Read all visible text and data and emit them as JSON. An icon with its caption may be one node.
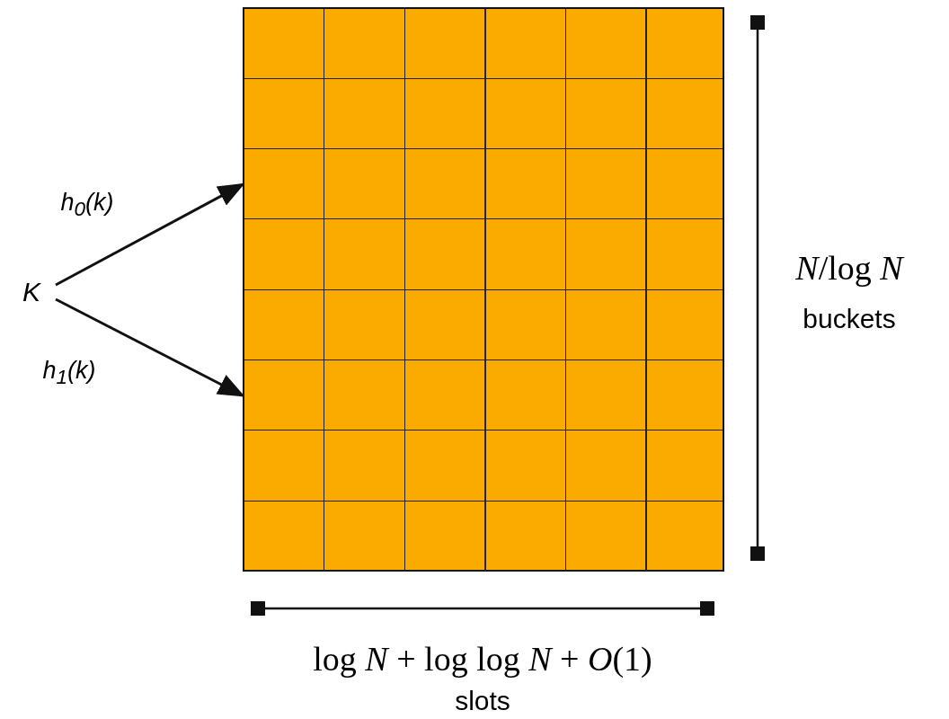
{
  "diagram": {
    "nodes": [
      {
        "text": [
          "K"
        ]
      },
      {
        "text": [],
        "shape": "box"
      },
      {
        "text": [],
        "shape": "bar",
        "in": 1
      },
      {
        "text": [],
        "shape": "bar",
        "in": 1
      },
      {
        "text": [],
        "shape": "bar",
        "in": 1
      },
      {
        "text": [],
        "shape": "bar",
        "in": 1
      },
      {
        "text": [],
        "shape": "bar",
        "in": 1
      },
      {
        "text": [],
        "shape": "bar",
        "in": 1
      },
      {
        "text": [],
        "shape": "bar",
        "in": 1
      },
      {
        "text": [],
        "shape": "bar",
        "in": 1
      }
    ],
    "edges": [
      {
        "from": 0,
        "to": 4,
        "arrow": "to",
        "label": "h$_{0}$(k)"
      },
      {
        "from": 0,
        "to": 7,
        "arrow": "to",
        "label": "h$_{1}$(k)"
      }
    ],
    "labels": [
      "*N*/log *N*",
      "buckets",
      "log *N* + log log *N* + *O*(1)",
      "slots"
    ]
  }
}
